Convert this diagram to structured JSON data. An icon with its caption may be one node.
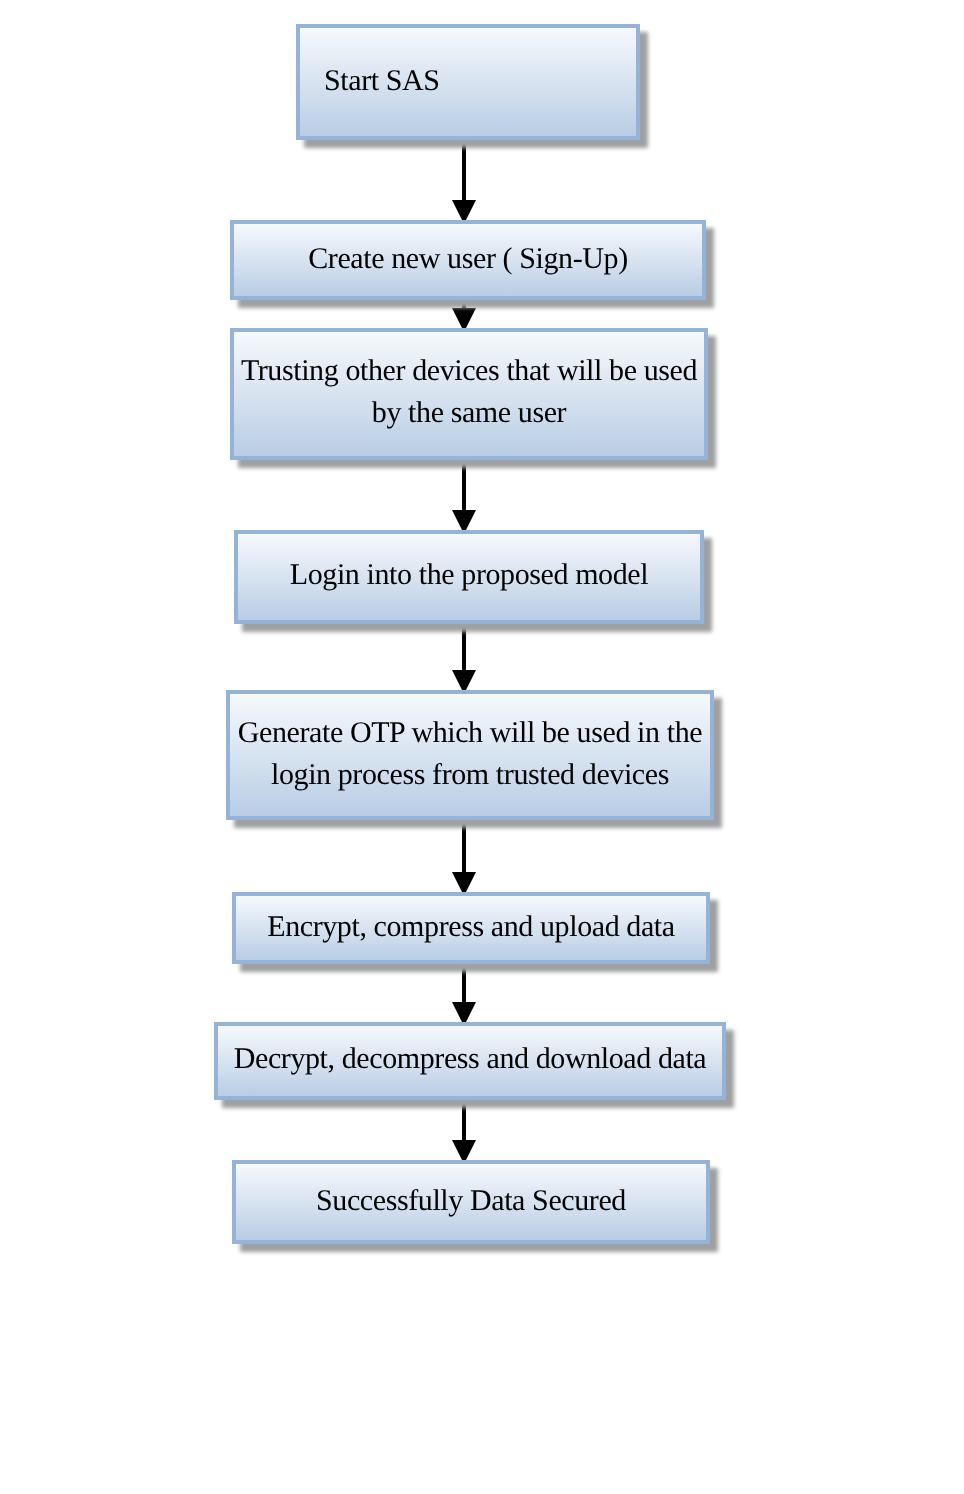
{
  "diagram": {
    "nodes": [
      {
        "text": [
          "Start SAS"
        ]
      },
      {
        "text": [
          "Create new user ( Sign-Up)"
        ]
      },
      {
        "text": [
          "Trusting other devices that will be used by the same user"
        ]
      },
      {
        "text": [
          "Login into the proposed model"
        ]
      },
      {
        "text": [
          "Generate OTP which will be used in the login process from trusted devices"
        ]
      },
      {
        "text": [
          "Encrypt, compress and upload data"
        ]
      },
      {
        "text": [
          "Decrypt, decompress and download data"
        ]
      },
      {
        "text": [
          "Successfully Data Secured"
        ]
      }
    ],
    "edges": [
      {
        "from": 0,
        "to": 1,
        "arrow": "to"
      },
      {
        "from": 1,
        "to": 2,
        "arrow": "to"
      },
      {
        "from": 2,
        "to": 3,
        "arrow": "to"
      },
      {
        "from": 3,
        "to": 4,
        "arrow": "to"
      },
      {
        "from": 4,
        "to": 5,
        "arrow": "to"
      },
      {
        "from": 5,
        "to": 6,
        "arrow": "to"
      },
      {
        "from": 6,
        "to": 7,
        "arrow": "to"
      }
    ]
  }
}
